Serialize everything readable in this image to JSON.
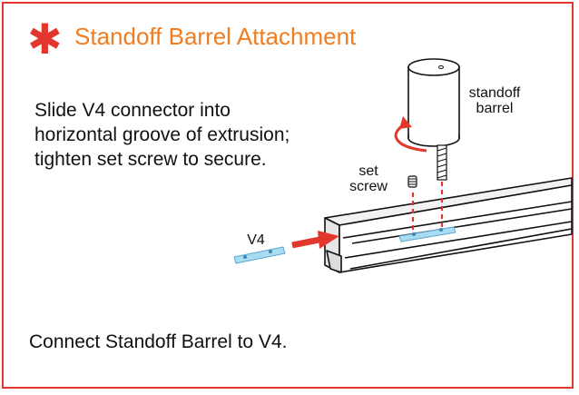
{
  "header": {
    "title": "Standoff Barrel Attachment",
    "icon": "asterisk-icon"
  },
  "instructions": "Slide V4 connector into horizontal groove of extrusion; tighten set screw to secure.",
  "footer_text": "Connect Standoff Barrel to V4.",
  "labels": {
    "standoff_barrel_line1": "standoff",
    "standoff_barrel_line2": "barrel",
    "set_screw_line1": "set",
    "set_screw_line2": "screw",
    "v4": "V4"
  },
  "colors": {
    "border": "#e2372c",
    "title": "#ef7d22",
    "arrow": "#e2372c",
    "connector": "#a9dcf2"
  }
}
